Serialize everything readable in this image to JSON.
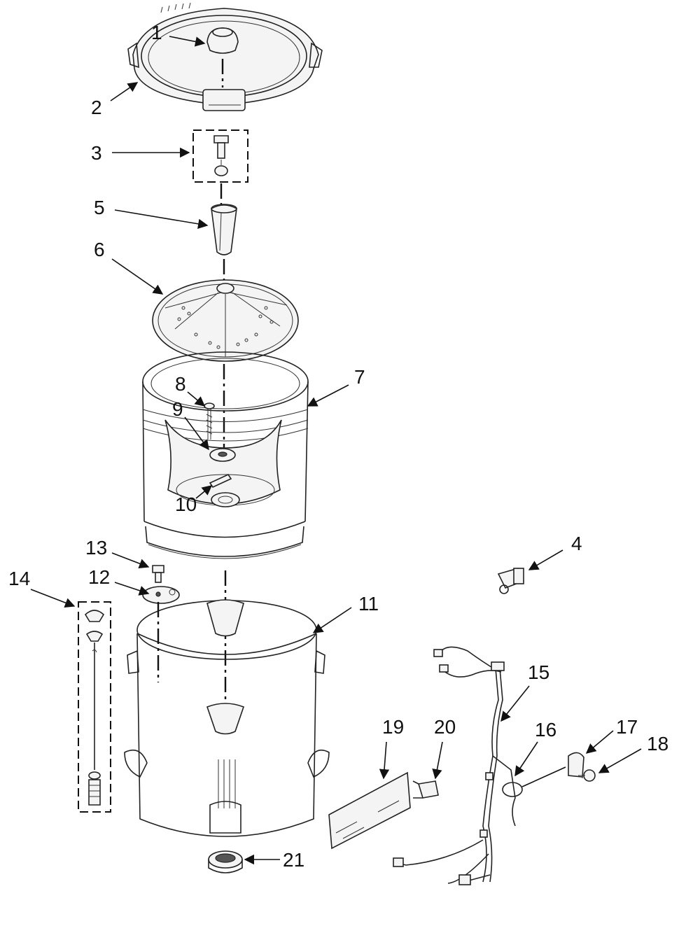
{
  "diagram": {
    "callouts": [
      {
        "id": "1",
        "label": "1"
      },
      {
        "id": "2",
        "label": "2"
      },
      {
        "id": "3",
        "label": "3"
      },
      {
        "id": "4",
        "label": "4"
      },
      {
        "id": "5",
        "label": "5"
      },
      {
        "id": "6",
        "label": "6"
      },
      {
        "id": "7",
        "label": "7"
      },
      {
        "id": "8",
        "label": "8"
      },
      {
        "id": "9",
        "label": "9"
      },
      {
        "id": "10",
        "label": "10"
      },
      {
        "id": "11",
        "label": "11"
      },
      {
        "id": "12",
        "label": "12"
      },
      {
        "id": "13",
        "label": "13"
      },
      {
        "id": "14",
        "label": "14"
      },
      {
        "id": "15",
        "label": "15"
      },
      {
        "id": "16",
        "label": "16"
      },
      {
        "id": "17",
        "label": "17"
      },
      {
        "id": "18",
        "label": "18"
      },
      {
        "id": "19",
        "label": "19"
      },
      {
        "id": "20",
        "label": "20"
      },
      {
        "id": "21",
        "label": "21"
      }
    ],
    "colors": {
      "line": "#222222",
      "background": "#ffffff"
    }
  }
}
